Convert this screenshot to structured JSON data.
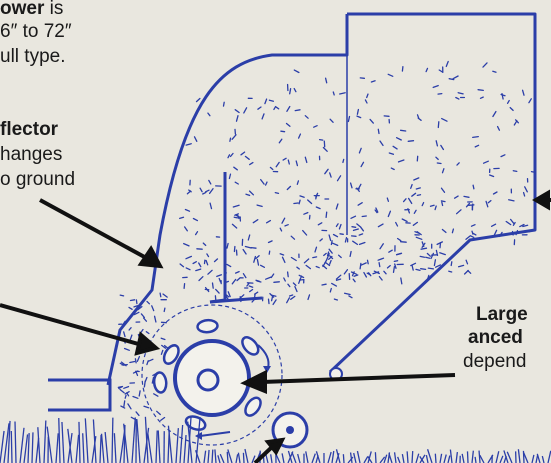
{
  "callouts": {
    "blower": {
      "bold": "ower",
      "rest_1": " is",
      "line_2": "6″ to 72″",
      "line_3": "ull type."
    },
    "deflector": {
      "bold": "flector",
      "line_2": "hanges",
      "line_3": "o ground"
    },
    "hopper": {
      "line_1": "Large",
      "line_2": "anced",
      "line_3": "depend"
    }
  },
  "colors": {
    "ink": "#2b3ea8",
    "background": "#e9e7df",
    "text": "#1a1a1a"
  }
}
